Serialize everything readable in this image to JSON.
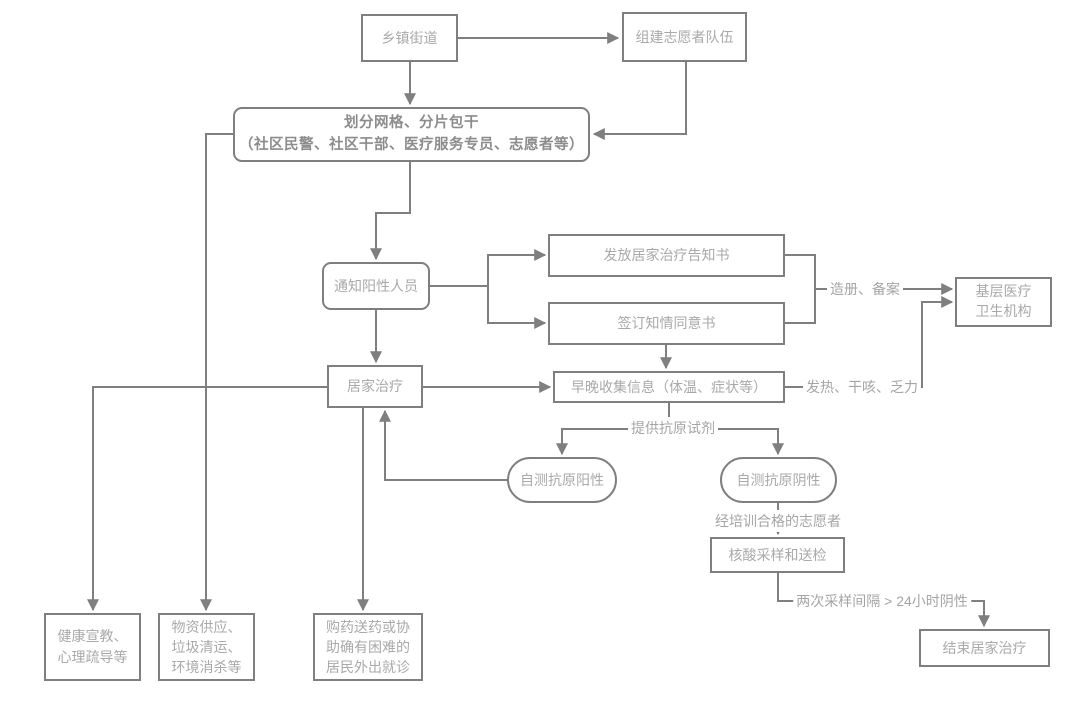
{
  "colors": {
    "background": "#ffffff",
    "box_border": "#7f7f7f",
    "connector_line": "#7f7f7f",
    "box_text": "#a9a9a9",
    "bold_box_text": "#8c8c8c",
    "edge_label_text": "#a5a5a5"
  },
  "nodes": {
    "township": {
      "label": "乡镇街道"
    },
    "volunteer_team": {
      "label": "组建志愿者队伍"
    },
    "grid_division": {
      "label": "划分网格、分片包干\n（社区民警、社区干部、医疗服务专员、志愿者等）"
    },
    "notify_positive": {
      "label": "通知阳性人员"
    },
    "notice_letter": {
      "label": "发放居家治疗告知书"
    },
    "consent_form": {
      "label": "签订知情同意书"
    },
    "primary_medical": {
      "label": "基层医疗\n卫生机构"
    },
    "home_treatment": {
      "label": "居家治疗"
    },
    "collect_info": {
      "label": "早晚收集信息（体温、症状等）"
    },
    "antigen_positive": {
      "label": "自测抗原阳性"
    },
    "antigen_negative": {
      "label": "自测抗原阴性"
    },
    "nucleic_sampling": {
      "label": "核酸采样和送检"
    },
    "end_home_treatment": {
      "label": "结束居家治疗"
    },
    "health_education": {
      "label": "健康宣教、\n心理疏导等"
    },
    "supplies_service": {
      "label": "物资供应、\n垃圾清运、\n环境消杀等"
    },
    "medicine_help": {
      "label": "购药送药或协\n助确有困难的\n居民外出就诊"
    }
  },
  "edge_labels": {
    "register_record": "造册、备案",
    "fever_symptoms": "发热、干咳、乏力",
    "provide_antigen_kit": "提供抗原试剂",
    "trained_volunteer": "经培训合格的志愿者",
    "two_samples_negative": "两次采样间隔 > 24小时阴性"
  }
}
